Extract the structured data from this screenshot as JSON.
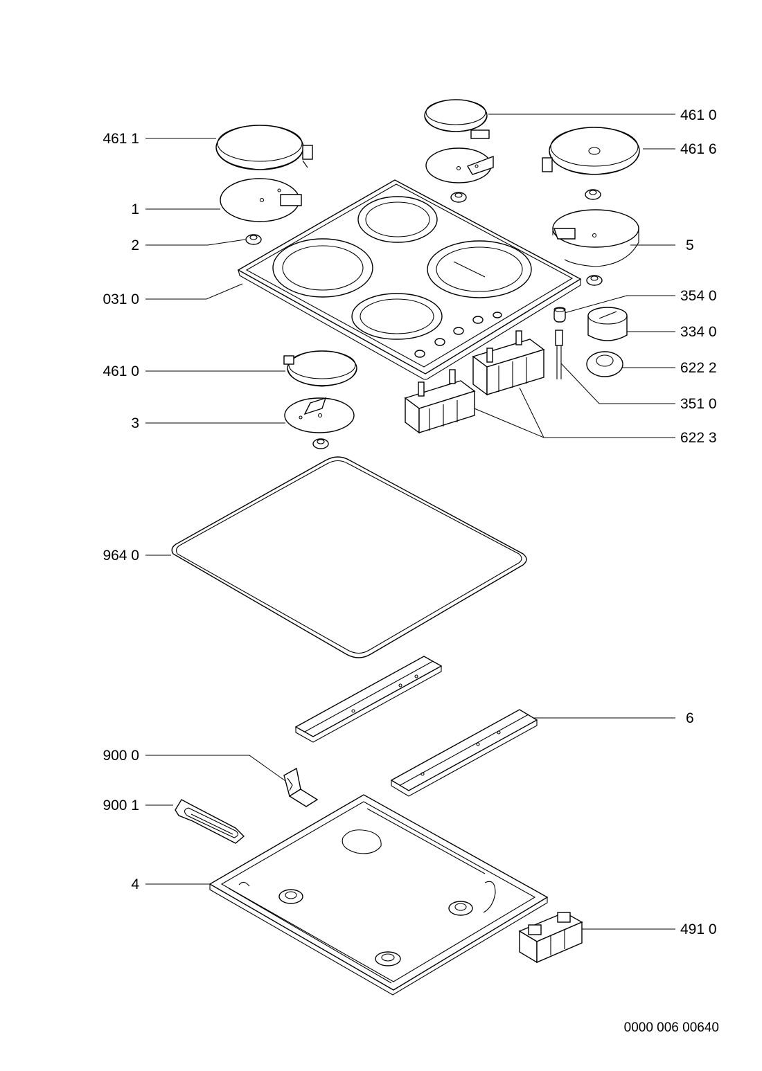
{
  "diagram": {
    "labels": {
      "l4611": "461  1",
      "l4610a": "461 0",
      "l4616": "461 6",
      "l1": "1",
      "l2": "2",
      "l5": "5",
      "l0310": "031 0",
      "l3540": "354 0",
      "l3340": "334 0",
      "l4610b": "461 0",
      "l6222": "622 2",
      "l3510": "351 0",
      "l3": "3",
      "l6223": "622 3",
      "l9640": "964 0",
      "l6": "6",
      "l9000": "900 0",
      "l9001": "900 1",
      "l4": "4",
      "l4910": "491 0"
    },
    "drawing_number": "0000 006 00640"
  }
}
